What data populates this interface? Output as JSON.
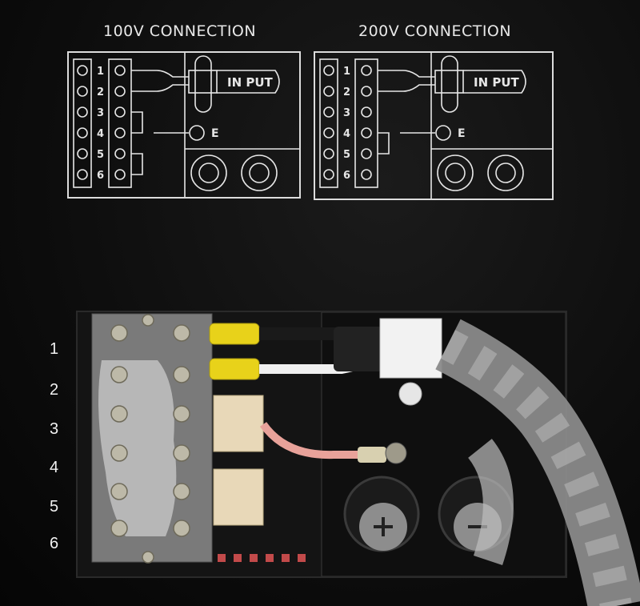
{
  "diagrams": [
    {
      "title": "100V CONNECTION",
      "input_label": "IN PUT",
      "earth_label": "E",
      "terminal_numbers": [
        "1",
        "2",
        "3",
        "4",
        "5",
        "6"
      ]
    },
    {
      "title": "200V CONNECTION",
      "input_label": "IN PUT",
      "earth_label": "E",
      "terminal_numbers": [
        "1",
        "2",
        "3",
        "4",
        "5",
        "6"
      ]
    }
  ],
  "terminal_block_numbers": [
    "1",
    "2",
    "3",
    "4",
    "5",
    "6"
  ],
  "colors": {
    "panel": "#0d0d0d",
    "print": "#e6e6e6",
    "crimp": "#e8d21a",
    "tape": "#9a9a9a"
  }
}
